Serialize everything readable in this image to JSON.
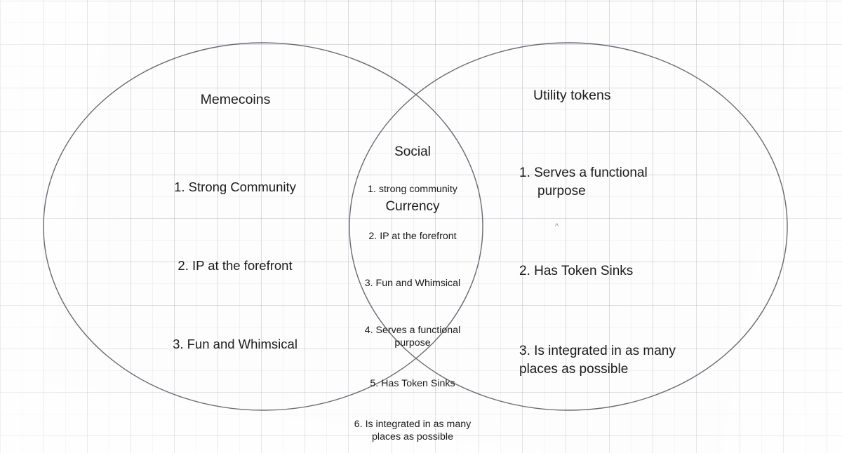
{
  "diagram": {
    "type": "venn",
    "title": "",
    "background": "graph-paper-grid",
    "stroke_color": "#6a6a72",
    "text_color": "#1b1b1d",
    "sets": [
      {
        "id": "memecoins",
        "label": "Memecoins",
        "position": "left",
        "items": [
          "1. Strong Community",
          "2. IP at the forefront",
          "3. Fun and Whimsical"
        ]
      },
      {
        "id": "utility-tokens",
        "label": "Utility tokens",
        "position": "right",
        "items": [
          "1. Serves a functional purpose",
          "2. Has Token Sinks",
          "3. Is integrated in as many places as possible"
        ]
      }
    ],
    "intersection": {
      "id": "social-currency",
      "label_line1": "Social",
      "label_line2": "Currency",
      "items": [
        "1. strong community",
        "2. IP at the forefront",
        "3. Fun and Whimsical",
        "4. Serves a functional purpose",
        "5. Has Token Sinks",
        "6. Is integrated in as many places as possible"
      ]
    },
    "artifact": {
      "caret": "^"
    }
  }
}
